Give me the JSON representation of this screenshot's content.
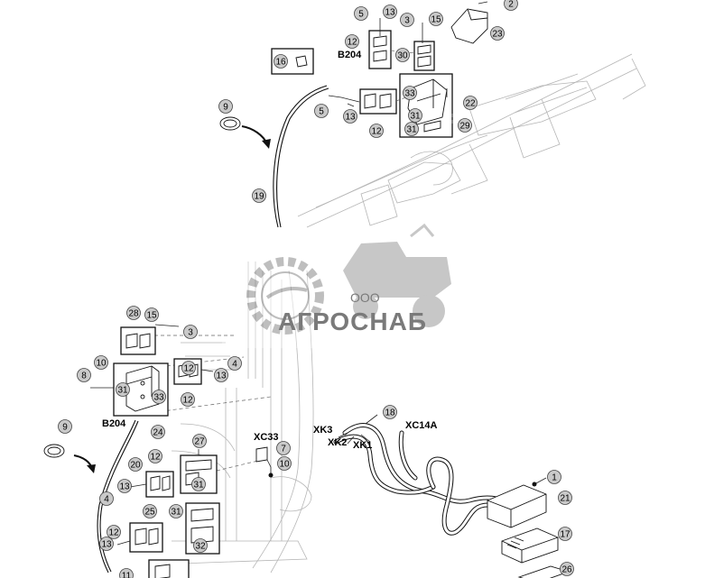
{
  "watermark": {
    "prefix": "ООО",
    "name": "АГРОСНАБ",
    "logo_color": "#8a8a8a"
  },
  "labels": {
    "b204_top": "B204",
    "b204_bottom": "B204",
    "xc33": "XC33",
    "xk3": "XK3",
    "xk2": "XK2",
    "xk1": "XK1",
    "xc14a": "XC14A"
  },
  "callouts": {
    "c5a": "5",
    "c13a": "13",
    "c3a": "3",
    "c15a": "15",
    "c2a": "2",
    "c23": "23",
    "c12a": "12",
    "c30": "30",
    "c16": "16",
    "c33a": "33",
    "c22": "22",
    "c5b": "5",
    "c13b": "13",
    "c31a": "31",
    "c29": "29",
    "c12b": "12",
    "c31b": "31",
    "c9a": "9",
    "c19": "19",
    "c28": "28",
    "c15b": "15",
    "c3b": "3",
    "c4a": "4",
    "c8": "8",
    "c10a": "10",
    "c31c": "31",
    "c33b": "33",
    "c12c": "12",
    "c13c": "13",
    "c12d": "12",
    "c24": "24",
    "c9b": "9",
    "c27": "27",
    "c7": "7",
    "c10b": "10",
    "c20": "20",
    "c12e": "12",
    "c31d": "31",
    "c13d": "13",
    "c4b": "4",
    "c25": "25",
    "c31e": "31",
    "c12f": "12",
    "c13e": "13",
    "c32": "32",
    "c18": "18",
    "c1": "1",
    "c21": "21",
    "c17": "17",
    "c26": "26",
    "c11": "11"
  },
  "colors": {
    "callout_fill": "#c9c9c9",
    "line": "#111111",
    "ghost": "#b5b5b5"
  }
}
